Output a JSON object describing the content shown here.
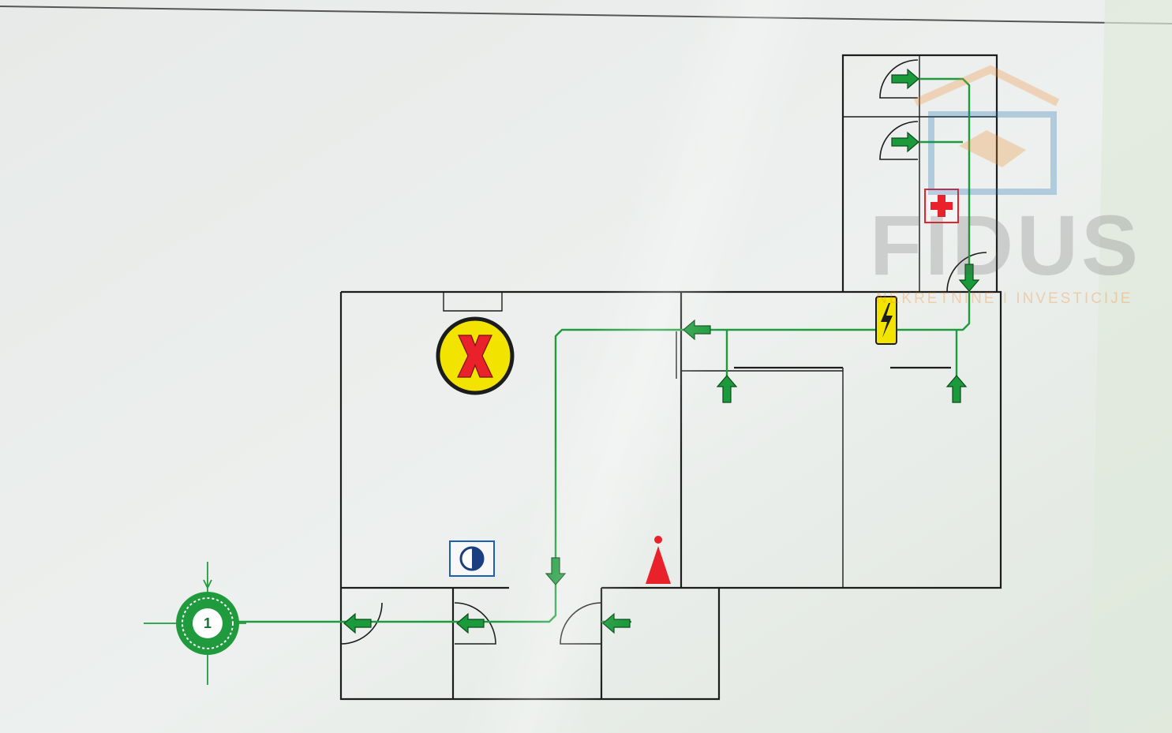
{
  "assembly_point": {
    "label": "1"
  },
  "watermark": {
    "brand": "FIDUS",
    "tagline": "NEKRETNINE I INVESTICIJE"
  },
  "colors": {
    "route": "#1f9b3e",
    "arrow": "#1a9a3a",
    "wall": "#1c1c1c",
    "danger_red": "#e8212b",
    "warning_yellow": "#f2e400",
    "info_blue": "#1a5fb4"
  },
  "symbols": [
    {
      "name": "hazard-x-icon",
      "meaning": "prohibition / no-exit"
    },
    {
      "name": "electrical-hazard-icon",
      "meaning": "electrical panel"
    },
    {
      "name": "first-aid-icon",
      "meaning": "first aid"
    },
    {
      "name": "fire-alarm-icon",
      "meaning": "fire alarm"
    },
    {
      "name": "light-switch-icon",
      "meaning": "emergency light"
    }
  ]
}
